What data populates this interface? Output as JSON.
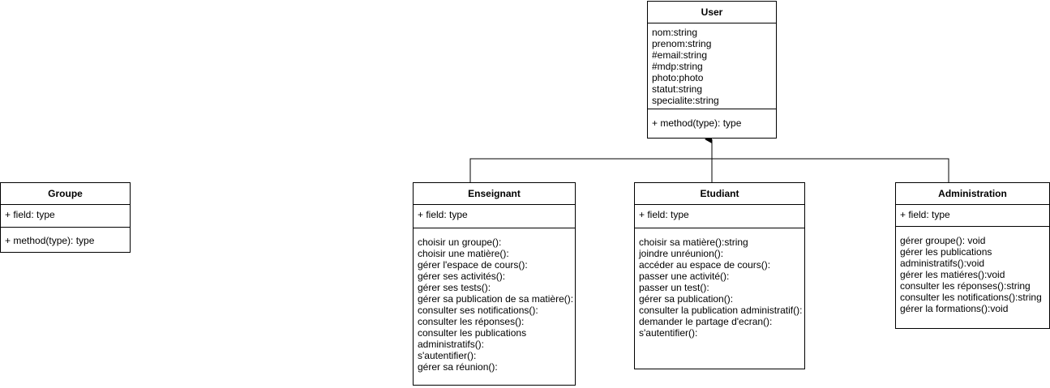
{
  "classes": {
    "user": {
      "name": "User",
      "attributes": [
        "nom:string",
        "prenom:string",
        "#email:string",
        "#mdp:string",
        "photo:photo",
        "statut:string",
        "specialite:string"
      ],
      "methods": [
        "+ method(type): type"
      ]
    },
    "groupe": {
      "name": "Groupe",
      "attributes": [
        "+ field: type"
      ],
      "methods": [
        "+ method(type): type"
      ]
    },
    "enseignant": {
      "name": "Enseignant",
      "attributes": [
        "+ field: type"
      ],
      "methods": [
        "choisir un groupe():",
        "choisir une matière():",
        "gérer l'espace de cours():",
        "gérer ses activités():",
        "gérer ses tests():",
        "gérer sa publication de sa matière():",
        "consulter ses notifications():",
        "consulter les réponses():",
        "consulter les publications",
        "administratifs():",
        "s'autentifier():",
        "gérer sa réunion():"
      ]
    },
    "etudiant": {
      "name": "Etudiant",
      "attributes": [
        "+ field: type"
      ],
      "methods": [
        "choisir sa matière():string",
        "joindre unréunion():",
        "accéder au espace de cours():",
        "passer une activité():",
        "passer un test():",
        "gérer sa publication():",
        "consulter la publication administratif():",
        "demander le partage d'ecran():",
        "s'autentifier():"
      ]
    },
    "administration": {
      "name": "Administration",
      "attributes": [
        "+ field: type"
      ],
      "methods": [
        "gérer groupe(): void",
        "gérer les publications",
        "administratifs():void",
        "gérer les matiéres():void",
        "consulter les réponses():string",
        "consulter les notifications():string",
        "gérer la formations():void"
      ]
    }
  },
  "colors": {
    "stroke": "#000000",
    "fill": "#ffffff"
  }
}
